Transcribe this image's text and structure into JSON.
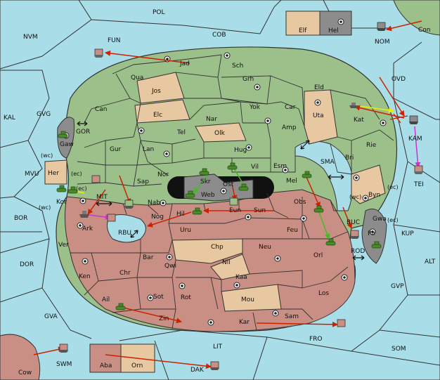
{
  "colors": {
    "sea": "#a9dde8",
    "green": "#9cc08a",
    "tan": "#e8c8a0",
    "red": "#c98f84",
    "gray": "#8c8c8c",
    "black": "#111111",
    "arrow_red": "#cc2200",
    "arrow_green": "#44bb22",
    "arrow_yellow": "#eeee00",
    "arrow_magenta": "#cc33cc"
  },
  "regions": [
    {
      "id": "pol",
      "label": "POL"
    },
    {
      "id": "cob",
      "label": "COB"
    },
    {
      "id": "fun",
      "label": "FUN"
    },
    {
      "id": "nvm",
      "label": "NVM"
    },
    {
      "id": "con",
      "label": "Con"
    },
    {
      "id": "nom",
      "label": "NOM"
    },
    {
      "id": "elf",
      "label": "Elf"
    },
    {
      "id": "hel",
      "label": "Hel"
    },
    {
      "id": "jad",
      "label": "Jad"
    },
    {
      "id": "sch",
      "label": "Sch"
    },
    {
      "id": "qua",
      "label": "Qua"
    },
    {
      "id": "jos",
      "label": "Jos"
    },
    {
      "id": "grh",
      "label": "Grh"
    },
    {
      "id": "eld",
      "label": "Eld"
    },
    {
      "id": "ovd",
      "label": "OVD"
    },
    {
      "id": "can",
      "label": "Can"
    },
    {
      "id": "elc",
      "label": "Elc"
    },
    {
      "id": "nar",
      "label": "Nar"
    },
    {
      "id": "yok",
      "label": "Yok"
    },
    {
      "id": "car",
      "label": "Car"
    },
    {
      "id": "uta",
      "label": "Uta"
    },
    {
      "id": "kat",
      "label": "Kat"
    },
    {
      "id": "kal",
      "label": "KAL"
    },
    {
      "id": "gvg",
      "label": "GVG"
    },
    {
      "id": "gor",
      "label": "GOR"
    },
    {
      "id": "tel",
      "label": "Tel"
    },
    {
      "id": "olk",
      "label": "Olk"
    },
    {
      "id": "amp",
      "label": "Amp"
    },
    {
      "id": "kam",
      "label": "KAM"
    },
    {
      "id": "gaw",
      "label": "Gaw"
    },
    {
      "id": "gur",
      "label": "Gur"
    },
    {
      "id": "lan",
      "label": "Lan"
    },
    {
      "id": "hug",
      "label": "Hug"
    },
    {
      "id": "rie",
      "label": "Rie"
    },
    {
      "id": "sma",
      "label": "SMA"
    },
    {
      "id": "mvu",
      "label": "MVU"
    },
    {
      "id": "her",
      "label": "Her"
    },
    {
      "id": "nor",
      "label": "Nor"
    },
    {
      "id": "skr",
      "label": "Skr"
    },
    {
      "id": "vil",
      "label": "Vil"
    },
    {
      "id": "esm",
      "label": "Esm"
    },
    {
      "id": "bri",
      "label": "Bri"
    },
    {
      "id": "tei",
      "label": "TEI"
    },
    {
      "id": "sap",
      "label": "Sap"
    },
    {
      "id": "web",
      "label": "Web"
    },
    {
      "id": "ost",
      "label": "Ost"
    },
    {
      "id": "mel",
      "label": "Mel"
    },
    {
      "id": "byn",
      "label": "Byn"
    },
    {
      "id": "mit",
      "label": "MIT"
    },
    {
      "id": "kor",
      "label": "Kor"
    },
    {
      "id": "nab",
      "label": "Nab"
    },
    {
      "id": "eun",
      "label": "Eun"
    },
    {
      "id": "sun",
      "label": "Sun"
    },
    {
      "id": "obs",
      "label": "Obs"
    },
    {
      "id": "gwa",
      "label": "Gwa"
    },
    {
      "id": "kup",
      "label": "KUP"
    },
    {
      "id": "bor",
      "label": "BOR"
    },
    {
      "id": "ark",
      "label": "Ark"
    },
    {
      "id": "rbu",
      "label": "RBU"
    },
    {
      "id": "nog",
      "label": "Nog"
    },
    {
      "id": "hil",
      "label": "Hil"
    },
    {
      "id": "uru",
      "label": "Uru"
    },
    {
      "id": "feu",
      "label": "Feu"
    },
    {
      "id": "buc",
      "label": "BUC"
    },
    {
      "id": "pir",
      "label": "Pir"
    },
    {
      "id": "ver",
      "label": "Ver"
    },
    {
      "id": "chp",
      "label": "Chp"
    },
    {
      "id": "neu",
      "label": "Neu"
    },
    {
      "id": "orl",
      "label": "Orl"
    },
    {
      "id": "rod",
      "label": "ROD"
    },
    {
      "id": "dor",
      "label": "DOR"
    },
    {
      "id": "bar",
      "label": "Bar"
    },
    {
      "id": "qwi",
      "label": "Qwi"
    },
    {
      "id": "nil",
      "label": "Nil"
    },
    {
      "id": "alt",
      "label": "ALT"
    },
    {
      "id": "ken",
      "label": "Ken"
    },
    {
      "id": "chr",
      "label": "Chr"
    },
    {
      "id": "kaa",
      "label": "Kaa"
    },
    {
      "id": "gvp",
      "label": "GVP"
    },
    {
      "id": "los",
      "label": "Los"
    },
    {
      "id": "sot",
      "label": "Sot"
    },
    {
      "id": "rot",
      "label": "Rot"
    },
    {
      "id": "mou",
      "label": "Mou"
    },
    {
      "id": "ail",
      "label": "Ail"
    },
    {
      "id": "gva",
      "label": "GVA"
    },
    {
      "id": "zin",
      "label": "Zin"
    },
    {
      "id": "sam",
      "label": "Sam"
    },
    {
      "id": "kar",
      "label": "Kar"
    },
    {
      "id": "fro",
      "label": "FRO"
    },
    {
      "id": "lit",
      "label": "LIT"
    },
    {
      "id": "som",
      "label": "SOM"
    },
    {
      "id": "swm",
      "label": "SWM"
    },
    {
      "id": "aba",
      "label": "Aba"
    },
    {
      "id": "orn",
      "label": "Orn"
    },
    {
      "id": "dak",
      "label": "DAK"
    },
    {
      "id": "cow",
      "label": "Cow"
    }
  ],
  "coast_notes": [
    {
      "id": "wc1",
      "label": "(wc)"
    },
    {
      "id": "ec1",
      "label": "(ec)"
    },
    {
      "id": "ec2",
      "label": "(ec)"
    },
    {
      "id": "wc2",
      "label": "(wc)"
    },
    {
      "id": "wc3",
      "label": "(wc)"
    },
    {
      "id": "ec3",
      "label": "(ec)"
    },
    {
      "id": "ec4",
      "label": "(ec)"
    }
  ]
}
